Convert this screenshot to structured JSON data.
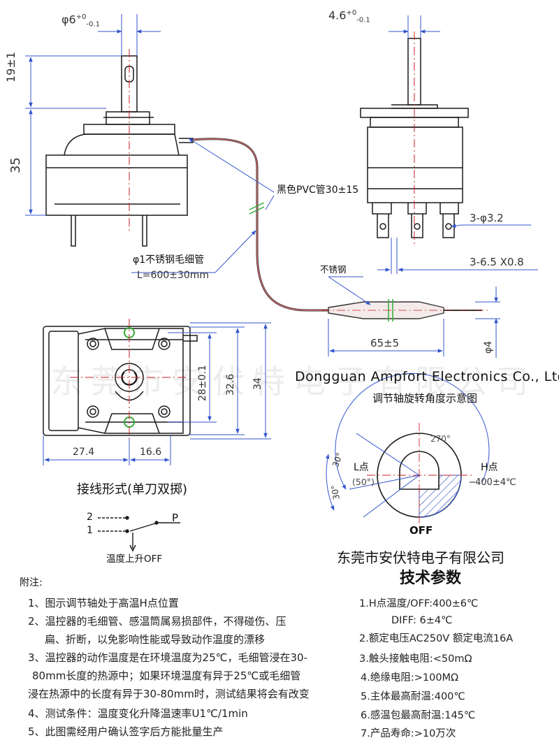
{
  "dimensions": {
    "shaft_diameter": "φ6",
    "shaft_diameter_tol_upper": "+0",
    "shaft_diameter_tol_lower": "-0.1",
    "flat_width": "4.6",
    "flat_width_tol_upper": "+0",
    "flat_width_tol_lower": "-0.1",
    "shaft_length": "19±1",
    "body_height": "35",
    "mounting_holes": "3-φ3.2",
    "terminals": "3-6.5 X0.8",
    "bulb_length": "65±5",
    "bulb_diameter": "φ4",
    "hole_spacing": "28±0.1",
    "flange_height_inner": "32.6",
    "flange_height_outer": "34",
    "left_width": "27.4",
    "right_width": "16.6"
  },
  "labels": {
    "pvc_tube": "黑色PVC管30±15",
    "capillary_line1": "φ1不锈钢毛细管",
    "capillary_line2": "L=600±30mm",
    "stainless": "不锈钢"
  },
  "company": {
    "name_en": "Dongguan Ampfort Electronics Co., Ltd.",
    "name_cn": "东莞市安伏特电子有限公司",
    "watermark": "东莞市安伏特电子有限公司"
  },
  "rotation": {
    "title": "调节轴旋转角度示意图",
    "deg270": "270°",
    "angle_a": "30°",
    "angle_b": "30°",
    "l_point": "L点",
    "l_value": "(50°)",
    "h_point": "H点",
    "h_value": "400±4℃",
    "off": "OFF"
  },
  "wiring": {
    "title": "接线形式(单刀双掷)",
    "terminal_2": "2",
    "terminal_1": "1",
    "terminal_p": "P",
    "caption": "温度上升OFF"
  },
  "notes": {
    "heading": "附注:",
    "items": [
      "1、图示调节轴处于高温H点位置",
      "2、温控器的毛细管、感温筒属易损部件，不得碰伤、压",
      "扁、折断，以免影响性能或导致动作温度的漂移",
      "3、温控器的动作温度是在环境温度为25℃，毛细管浸在30-",
      "80mm长度的热源中；如果环境温度有异于25℃或毛细管",
      "浸在热源中的长度有异于30-80mm时，测试结果将会有改变",
      "4、测试条件：温度变化升降温速率U1℃/1min",
      "5、此图需经用户确认签字后方能批量生产"
    ]
  },
  "specs": {
    "heading": "技术参数",
    "items": [
      "1.H点温度/OFF:400±6℃",
      "DIFF: 6±4℃",
      "2.额定电压AC250V  额定电流16A",
      "3.触头接触电阻:<50mΩ",
      "4.绝缘电阻:>100MΩ",
      "5.主体最高耐温:400℃",
      "6.感温包最高耐温:145℃",
      "7.产品寿命:>10万次"
    ]
  },
  "colors": {
    "line": "#1a1a1a",
    "dim": "#3355cc",
    "center": "#cc2222",
    "accent_green": "#33aa33"
  }
}
